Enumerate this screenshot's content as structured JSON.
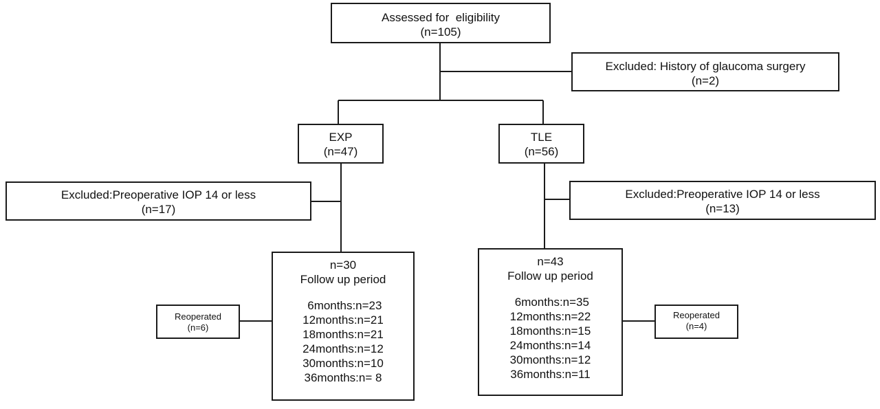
{
  "assessed": {
    "label": "Assessed for  eligibility",
    "n": "(n=105)"
  },
  "excluded_top": {
    "label": "Excluded: History of glaucoma surgery",
    "n": "(n=2)"
  },
  "exp": {
    "label": "EXP",
    "n": "(n=47)",
    "excluded": {
      "label": "Excluded:Preoperative IOP 14 or less",
      "n": "(n=17)"
    },
    "follow": {
      "n": "n=30",
      "title": "Follow up period",
      "items": [
        " 6months:n=23",
        "12months:n=21",
        "18months:n=21",
        "24months:n=12",
        "30months:n=10",
        "36months:n= 8"
      ]
    },
    "reoperated": {
      "label": "Reoperated",
      "n": "(n=6)"
    }
  },
  "tle": {
    "label": "TLE",
    "n": "(n=56)",
    "excluded": {
      "label": "Excluded:Preoperative IOP 14 or less",
      "n": "(n=13)"
    },
    "follow": {
      "n": "n=43",
      "title": "Follow up period",
      "items": [
        " 6months:n=35",
        "12months:n=22",
        "18months:n=15",
        "24months:n=14",
        "30months:n=12",
        "36months:n=11"
      ]
    },
    "reoperated": {
      "label": "Reoperated",
      "n": "(n=4)"
    }
  }
}
